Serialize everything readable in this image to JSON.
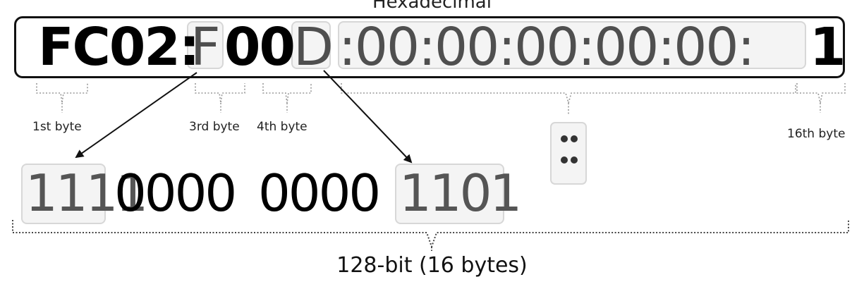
{
  "title": "Hexadecimal",
  "hex": {
    "prefix": "FC02:",
    "f_char": "F",
    "mid": "00",
    "d_char": "D",
    "zeros": ":00:00:00:00:00:",
    "last": "1"
  },
  "byte_labels": {
    "first": "1st byte",
    "third": "3rd byte",
    "fourth": "4th byte",
    "sixteenth": "16th byte"
  },
  "binary": {
    "nibble_1": "1111",
    "nibble_2": "0000",
    "nibble_3": "0000",
    "nibble_4": "1101"
  },
  "footer": "128-bit (16 bytes)"
}
